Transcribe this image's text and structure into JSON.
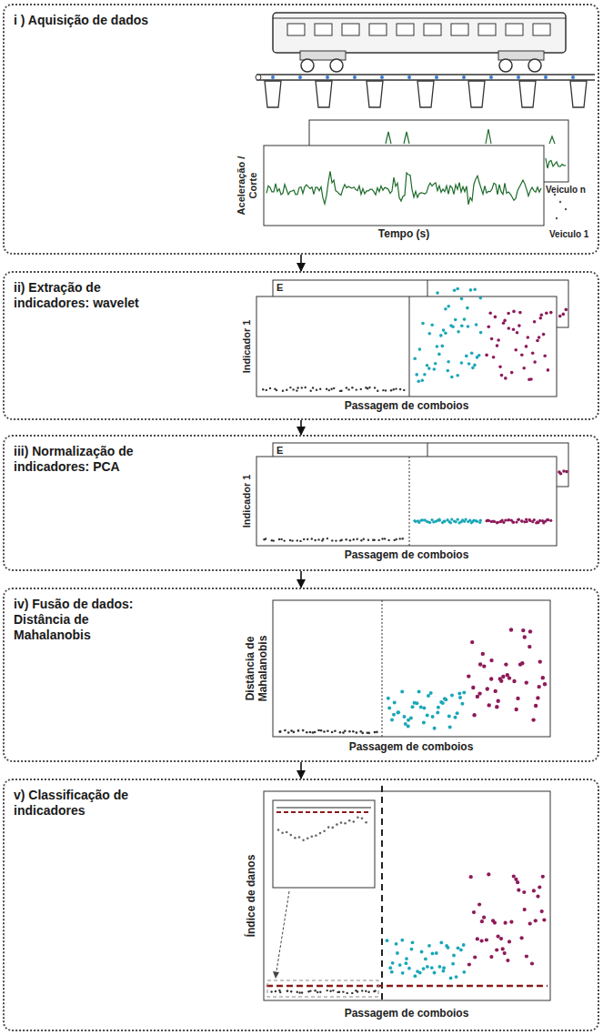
{
  "diagram": {
    "nodes": [
      {
        "text": [
          "i ) Aquisição de dados"
        ]
      },
      {
        "text": [
          "ii) Extração de indicadores: wavelet"
        ]
      },
      {
        "text": [
          "iii) Normalização de indicadores: PCA"
        ]
      },
      {
        "text": [
          "iv) Fusão de dados: Distância de Mahalanobis"
        ]
      },
      {
        "text": [
          "v) Classificação de indicadores"
        ]
      }
    ],
    "edges": [
      {
        "from": 0,
        "to": 1,
        "arrow": "to"
      },
      {
        "from": 1,
        "to": 2,
        "arrow": "to"
      },
      {
        "from": 2,
        "to": 3,
        "arrow": "to"
      },
      {
        "from": 3,
        "to": 4,
        "arrow": "to"
      }
    ],
    "labels": [
      "Aceleração / Corte",
      "Tempo (s)",
      "Veiculo n",
      "Veiculo 1",
      "E",
      "Indicador 1",
      "Passagem de comboios",
      "E",
      "Indicador 1",
      "Passagem de comboios",
      "Distância de Mahalanobis",
      "Passagem de comboios",
      "Índice de danos",
      "Passagem de comboios"
    ]
  }
}
